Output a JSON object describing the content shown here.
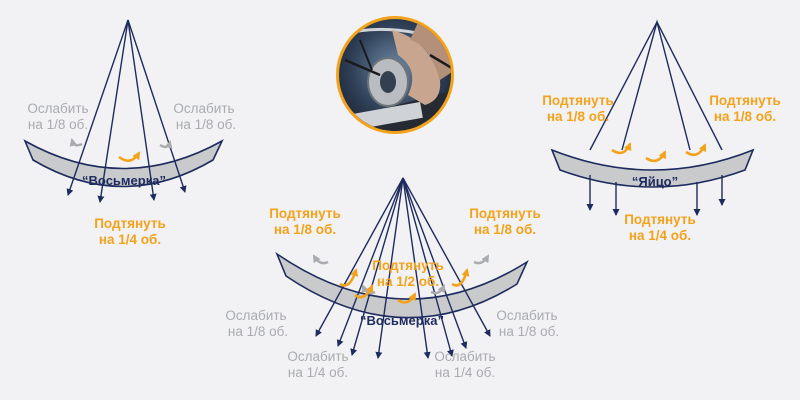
{
  "colors": {
    "background": "#f2f2f4",
    "spoke": "#1e2b5e",
    "tighten": "#f3a21b",
    "loosen": "#a9abae",
    "rim_band": "#c9cacc"
  },
  "photo": {
    "subject": "hands-with-spoke-wrench-icon"
  },
  "diagrams": {
    "left": {
      "band_label": "“Восьмерка”",
      "loosen_left": [
        "Ослабить",
        "на 1/8 об."
      ],
      "loosen_right": [
        "Ослабить",
        "на 1/8 об."
      ],
      "tighten": [
        "Подтянуть",
        "на 1/4 об."
      ]
    },
    "right": {
      "band_label": "“Яйцо”",
      "tighten_left": [
        "Подтянуть",
        "на 1/8 об."
      ],
      "tighten_right": [
        "Подтянуть",
        "на 1/8 об."
      ],
      "tighten_bottom": [
        "Подтянуть",
        "на 1/4 об."
      ]
    },
    "center": {
      "band_label": "“Восьмерка”",
      "tighten_left": [
        "Подтянуть",
        "на 1/8 об."
      ],
      "tighten_right": [
        "Подтянуть",
        "на 1/8 об."
      ],
      "tighten_middle": [
        "Подтянуть",
        "на 1/2 об."
      ],
      "loosen_left": [
        "Ослабить",
        "на 1/8 об."
      ],
      "loosen_right": [
        "Ослабить",
        "на 1/8 об."
      ],
      "loosen_bottom_left": [
        "Ослабить",
        "на 1/4 об."
      ],
      "loosen_bottom_right": [
        "Ослабить",
        "на 1/4 об."
      ]
    }
  }
}
